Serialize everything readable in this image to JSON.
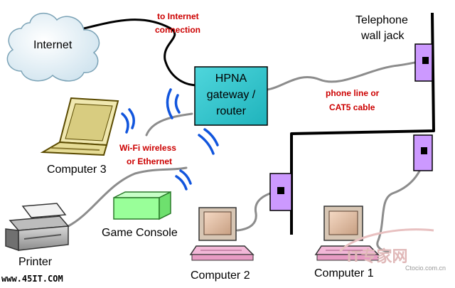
{
  "labels": {
    "internet": "Internet",
    "to_internet": [
      "to Internet",
      "connection"
    ],
    "telephone_jack": [
      "Telephone",
      "wall jack"
    ],
    "gateway": [
      "HPNA",
      "gateway /",
      "router"
    ],
    "gateway_shadow": "router",
    "phone_line": [
      "phone line or",
      "CAT5 cable"
    ],
    "wifi": [
      "Wi-Fi wireless",
      "or Ethernet"
    ],
    "computer3": "Computer 3",
    "game_console": "Game Console",
    "printer": "Printer",
    "computer2": "Computer 2",
    "computer1": "Computer 1"
  },
  "watermarks": {
    "site_left": "www.45IT.COM",
    "brand_right": "IT专家网",
    "brand_url": "Ctocio.com.cn"
  },
  "colors": {
    "gateway_fill": "#2ec4cc",
    "jack_fill": "#cc99ff",
    "console_fill": "#99ff99",
    "annotation_red": "#cc0000",
    "wireless_blue": "#1155dd",
    "cable_gray": "#888888"
  },
  "icons": {
    "cloud": "cloud-icon",
    "laptop": "laptop-icon",
    "printer": "printer-icon",
    "console": "game-console-icon",
    "desktop": "desktop-computer-icon",
    "jack": "wall-jack-icon"
  }
}
